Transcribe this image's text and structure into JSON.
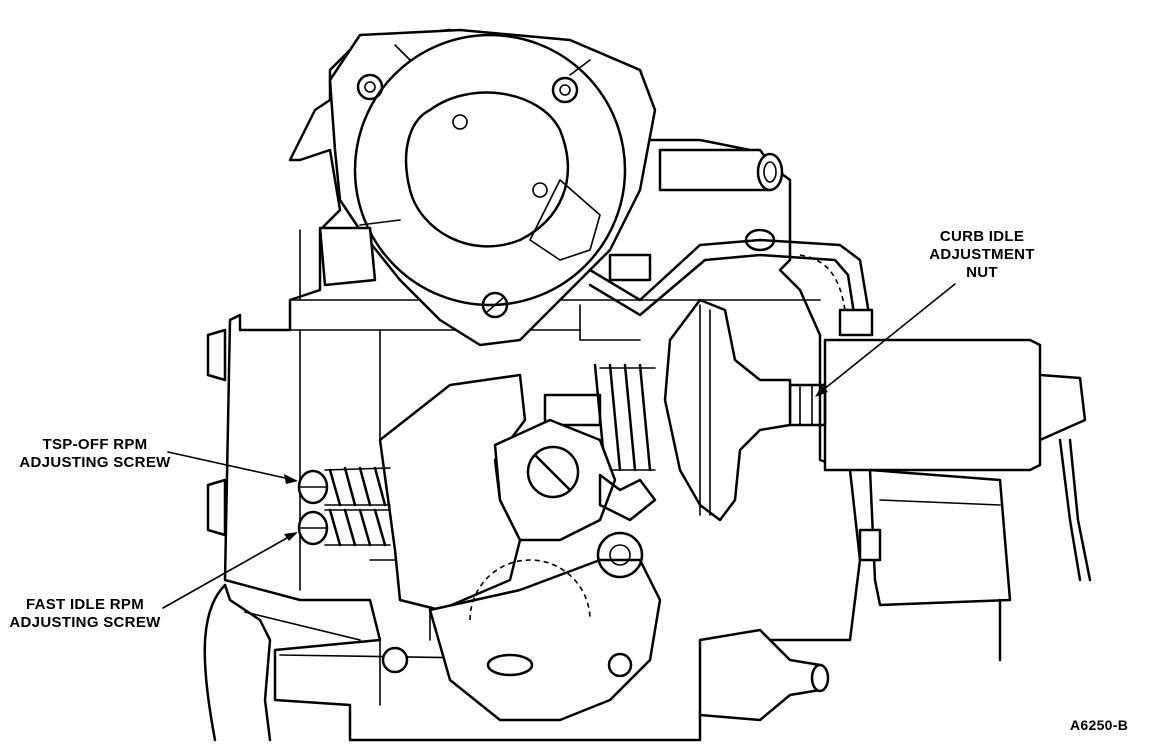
{
  "callouts": {
    "curb_idle": [
      "CURB IDLE",
      "ADJUSTMENT",
      "NUT"
    ],
    "tsp_off": [
      "TSP-OFF RPM",
      "ADJUSTING SCREW"
    ],
    "fast_idle": [
      "FAST IDLE RPM",
      "ADJUSTING SCREW"
    ]
  },
  "figure_code": "A6250-B",
  "colors": {
    "ink": "#000000",
    "paper": "#ffffff"
  }
}
